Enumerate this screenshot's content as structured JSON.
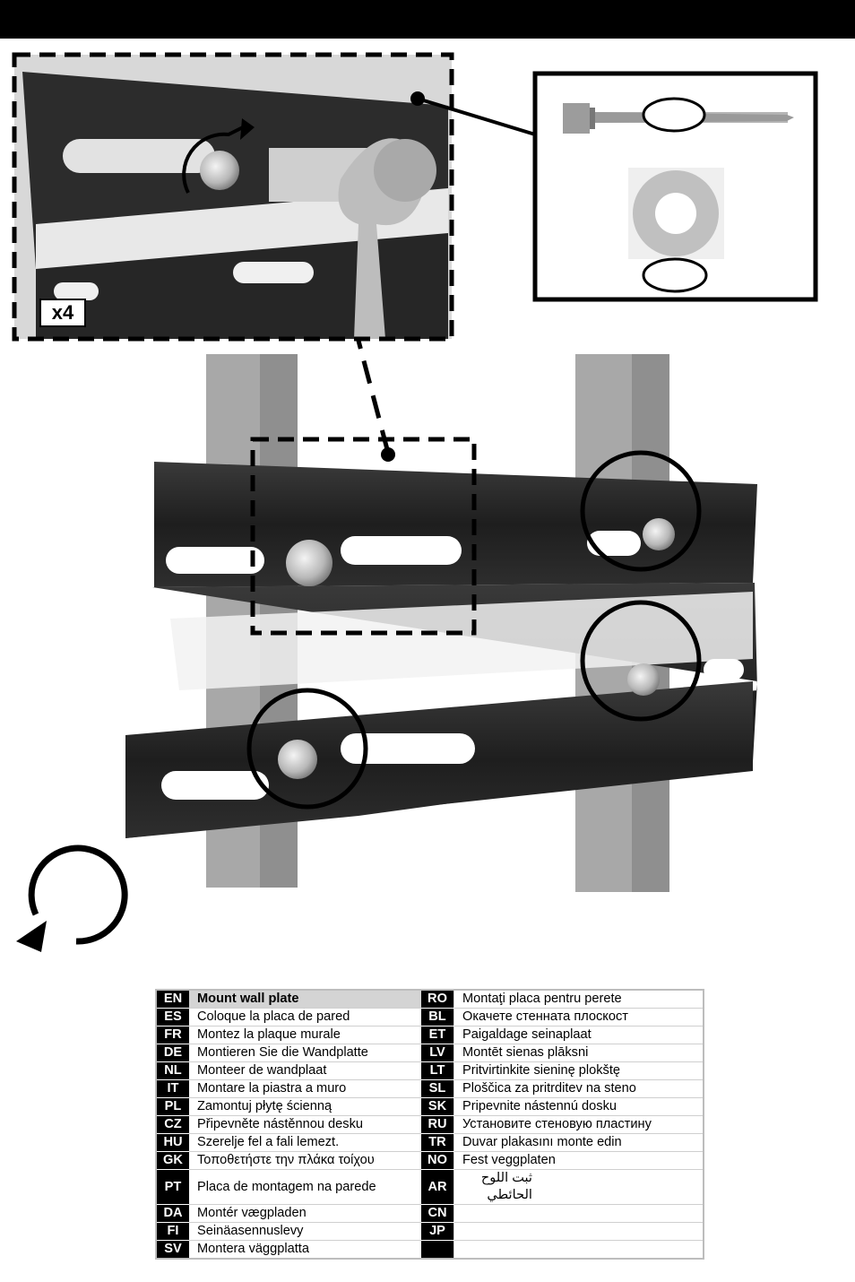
{
  "badge": {
    "quantity": "x4"
  },
  "icons": {
    "rotate": "rotate-counterclockwise-icon"
  },
  "languages": [
    {
      "left_code": "EN",
      "left_text": "Mount wall plate",
      "right_code": "RO",
      "right_text": "Montaţi placa pentru perete"
    },
    {
      "left_code": "ES",
      "left_text": "Coloque la placa de pared",
      "right_code": "BL",
      "right_text": "Окачете стенната плоскост"
    },
    {
      "left_code": "FR",
      "left_text": "Montez la plaque murale",
      "right_code": "ET",
      "right_text": "Paigaldage seinaplaat"
    },
    {
      "left_code": "DE",
      "left_text": "Montieren Sie die Wandplatte",
      "right_code": "LV",
      "right_text": "Montēt sienas plāksni"
    },
    {
      "left_code": "NL",
      "left_text": "Monteer de wandplaat",
      "right_code": "LT",
      "right_text": "Pritvirtinkite sieninę plokštę"
    },
    {
      "left_code": "IT",
      "left_text": "Montare la piastra a muro",
      "right_code": "SL",
      "right_text": "Ploščica za pritrditev na steno"
    },
    {
      "left_code": "PL",
      "left_text": "Zamontuj płytę ścienną",
      "right_code": "SK",
      "right_text": "Pripevnite nástennú dosku"
    },
    {
      "left_code": "CZ",
      "left_text": "Připevněte nástěnnou desku",
      "right_code": "RU",
      "right_text": "Установите стеновую пластину"
    },
    {
      "left_code": "HU",
      "left_text": "Szerelje fel a fali lemezt.",
      "right_code": "TR",
      "right_text": "Duvar plakasını monte edin"
    },
    {
      "left_code": "GK",
      "left_text": "Τοποθετήστε την πλάκα τοίχου",
      "right_code": "NO",
      "right_text": "Fest veggplaten"
    },
    {
      "left_code": "PT",
      "left_text": "Placa de montagem na parede",
      "right_code": "AR",
      "right_text": "ثبت اللوح الحائطي"
    },
    {
      "left_code": "DA",
      "left_text": "Montér vægpladen",
      "right_code": "CN",
      "right_text": ""
    },
    {
      "left_code": "FI",
      "left_text": "Seinäasennuslevy",
      "right_code": "JP",
      "right_text": ""
    },
    {
      "left_code": "SV",
      "left_text": "Montera väggplatta",
      "right_code": "",
      "right_text": ""
    }
  ]
}
